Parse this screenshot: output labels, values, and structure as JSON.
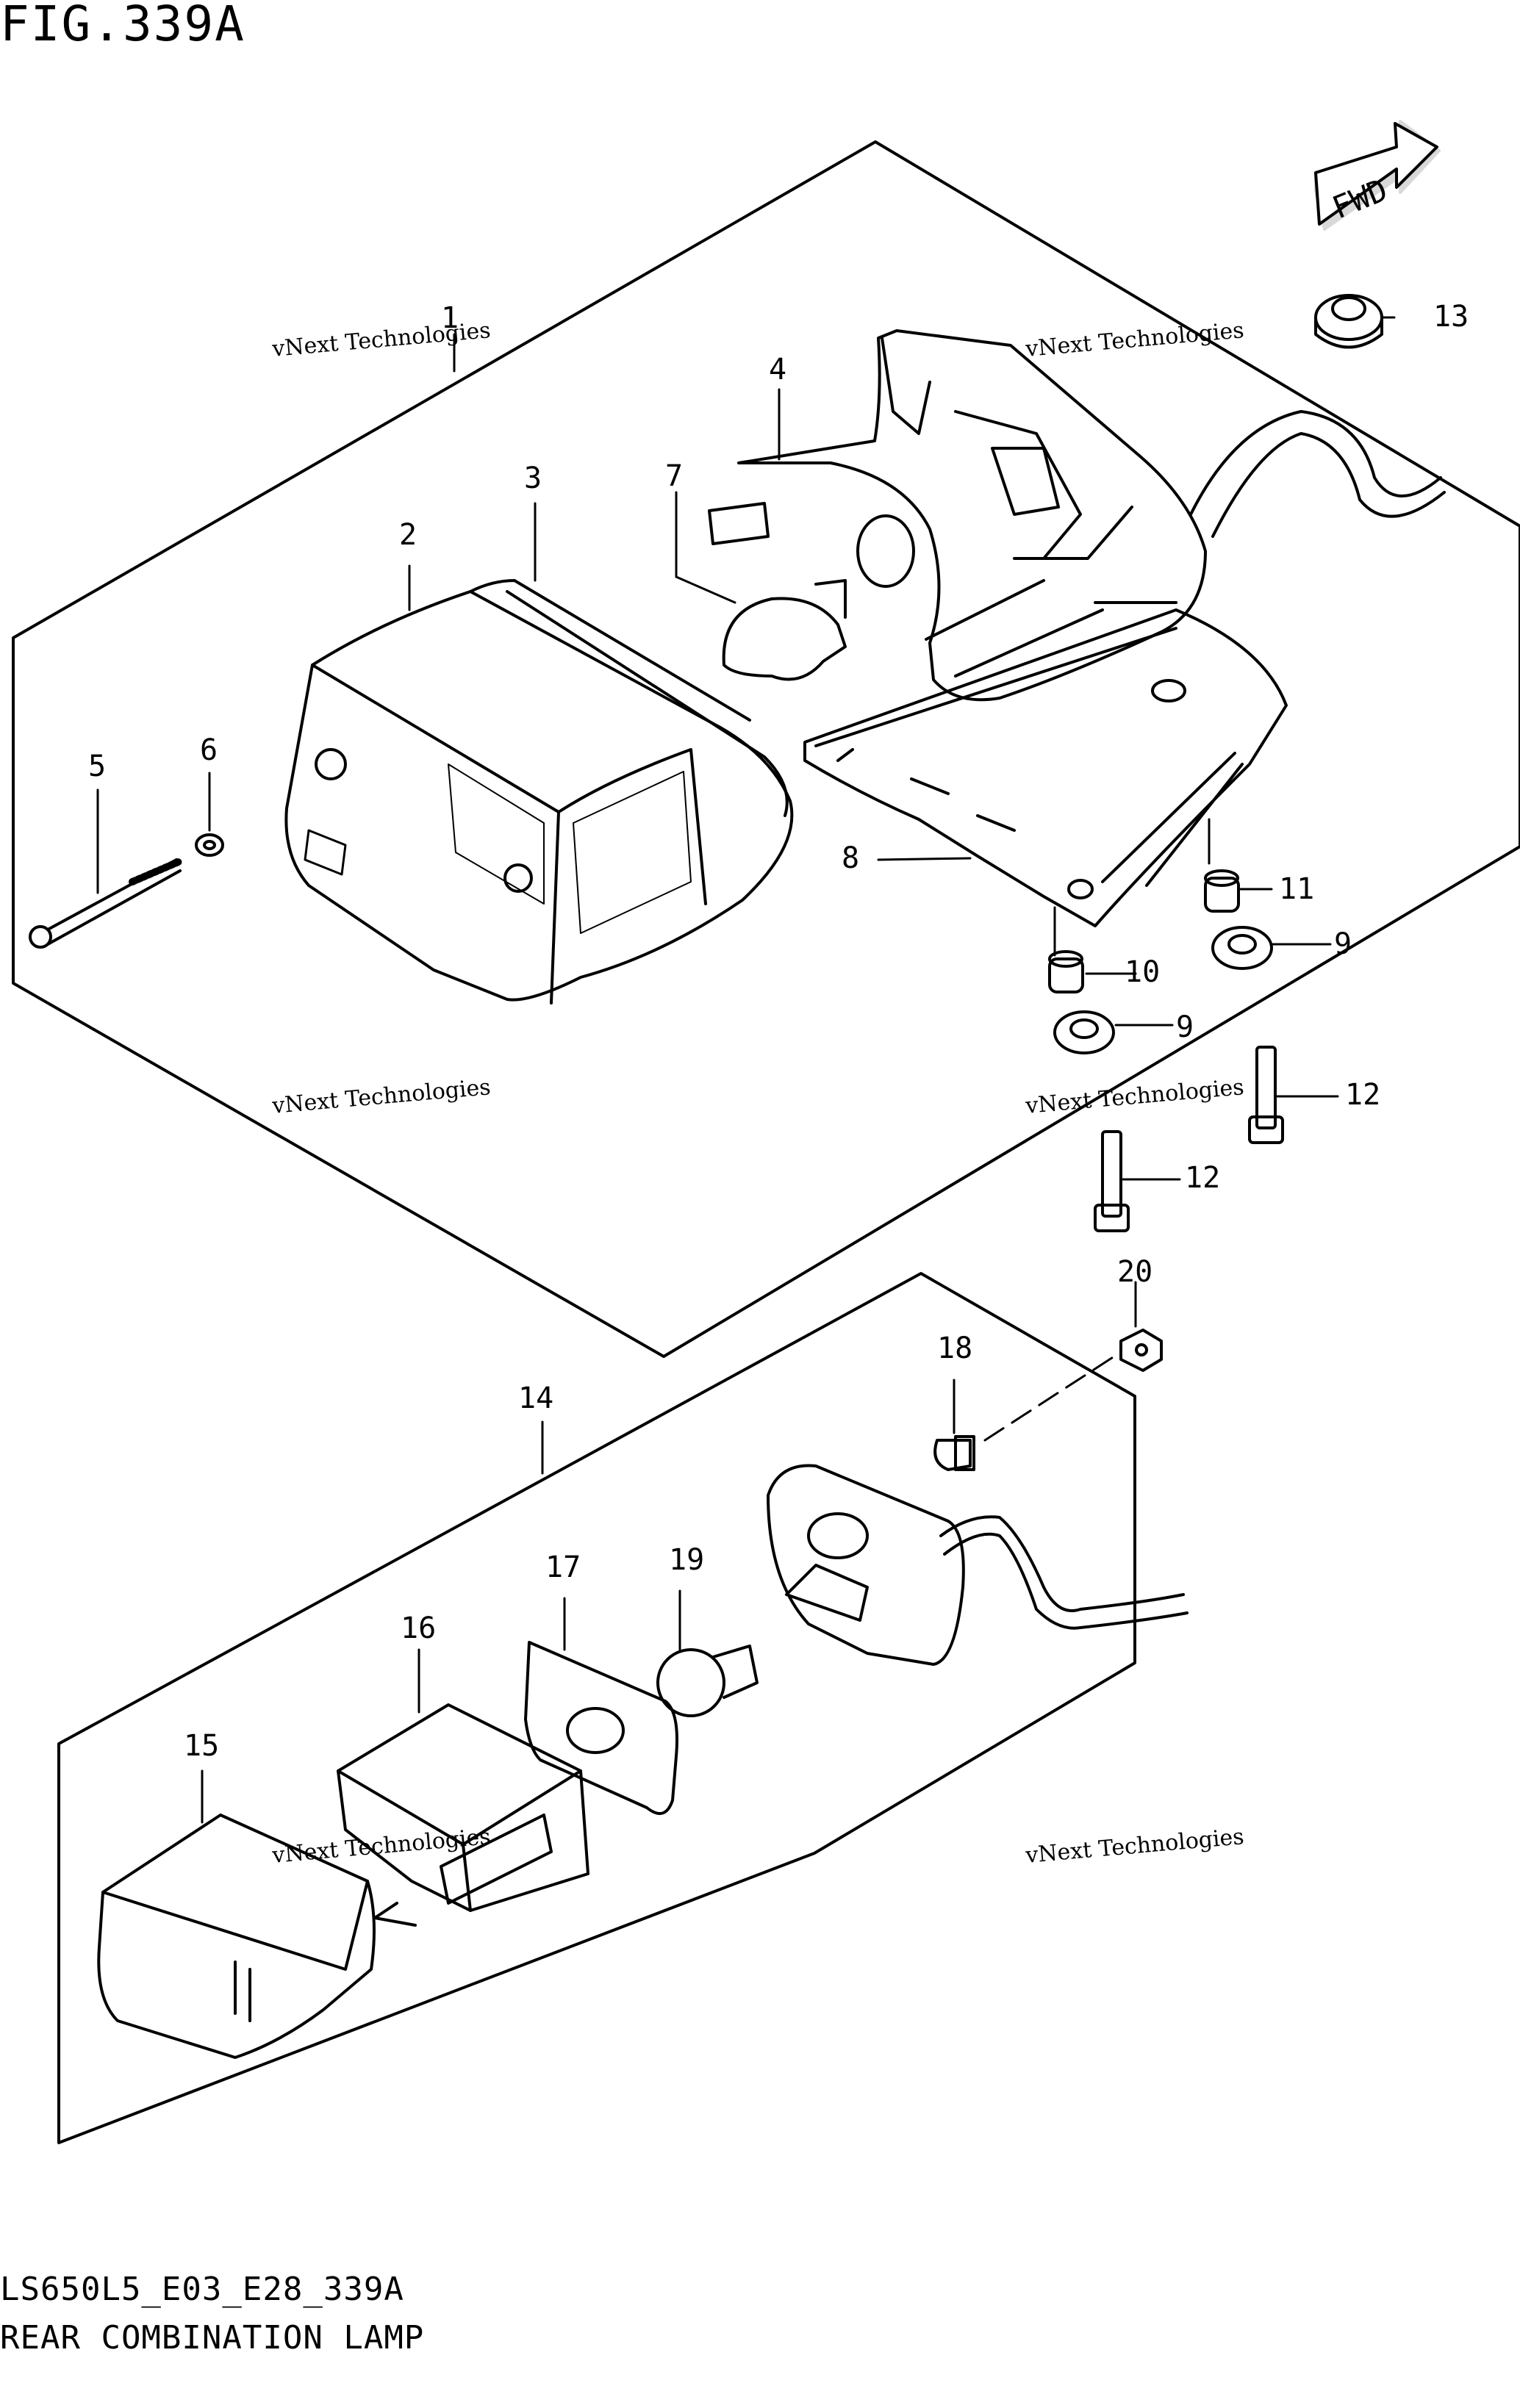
{
  "figure": {
    "title": "FIG.339A",
    "model_code": "LS650L5_E03_E28_339A",
    "caption": "REAR COMBINATION LAMP",
    "fwd_label": "FWD"
  },
  "watermark": {
    "line1": "vNext Technologies",
    "line2": "vNext",
    "line3": "Technologies"
  },
  "callouts": [
    {
      "id": "c1",
      "number": "1"
    },
    {
      "id": "c2",
      "number": "2"
    },
    {
      "id": "c3",
      "number": "3"
    },
    {
      "id": "c4",
      "number": "4"
    },
    {
      "id": "c5",
      "number": "5"
    },
    {
      "id": "c6",
      "number": "6"
    },
    {
      "id": "c7",
      "number": "7"
    },
    {
      "id": "c8",
      "number": "8"
    },
    {
      "id": "c9a",
      "number": "9"
    },
    {
      "id": "c9b",
      "number": "9"
    },
    {
      "id": "c10",
      "number": "10"
    },
    {
      "id": "c11",
      "number": "11"
    },
    {
      "id": "c12a",
      "number": "12"
    },
    {
      "id": "c12b",
      "number": "12"
    },
    {
      "id": "c13",
      "number": "13"
    },
    {
      "id": "c14",
      "number": "14"
    },
    {
      "id": "c15",
      "number": "15"
    },
    {
      "id": "c16",
      "number": "16"
    },
    {
      "id": "c17",
      "number": "17"
    },
    {
      "id": "c18",
      "number": "18"
    },
    {
      "id": "c19",
      "number": "19"
    },
    {
      "id": "c20",
      "number": "20"
    }
  ]
}
